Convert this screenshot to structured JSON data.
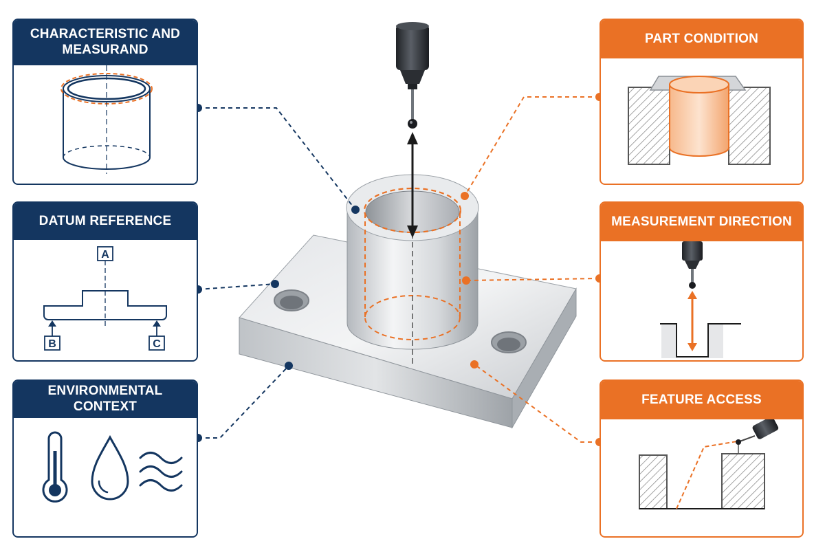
{
  "colors": {
    "navy": "#143660",
    "orange": "#ea7125",
    "light_orange": "#f6b98b",
    "metal": "#c9ccd0",
    "hatch": "#6a6a6a"
  },
  "panels": {
    "characteristic": {
      "title": "CHARACTERISTIC AND MEASURAND",
      "icon": "cylinder-icon"
    },
    "datum": {
      "title": "DATUM REFERENCE",
      "icon": "datum-diagram-icon",
      "labels": [
        "A",
        "B",
        "C"
      ]
    },
    "environment": {
      "title": "ENVIRONMENTAL CONTEXT",
      "icons": [
        "thermometer-icon",
        "water-drop-icon",
        "air-flow-icon"
      ]
    },
    "part_condition": {
      "title": "PART CONDITION",
      "icon": "clamped-part-icon"
    },
    "measurement_direction": {
      "title": "MEASUREMENT DIRECTION",
      "icon": "probe-direction-icon"
    },
    "feature_access": {
      "title": "FEATURE ACCESS",
      "icon": "probe-access-icon"
    }
  },
  "center": {
    "icon": "machined-part-with-probe"
  }
}
